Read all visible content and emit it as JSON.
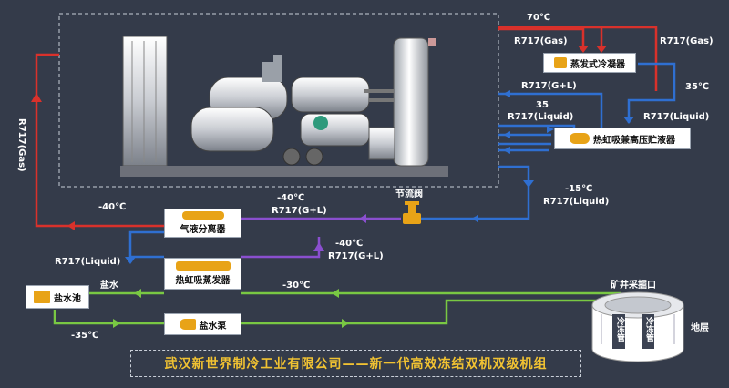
{
  "labels": {
    "temp_70": "70℃",
    "r717_gas_left": "R717(Gas)",
    "r717_gas_right": "R717(Gas)",
    "r717_gl_top": "R717(G+L)",
    "temp_35_right": "35℃",
    "temp_35_left": "35",
    "r717_liquid_mid": "R717(Liquid)",
    "r717_liquid_right": "R717(Liquid)",
    "r717_gas_vertical": "R717(Gas)",
    "temp_neg15": "-15℃",
    "r717_liquid_neg15": "R717(Liquid)",
    "throttle_valve": "节流阀",
    "temp_neg40_left": "-40℃",
    "temp_neg40_mid": "-40℃",
    "r717_gl_mid": "R717(G+L)",
    "temp_neg40_low": "-40℃",
    "r717_gl_low": "R717(G+L)",
    "r717_liquid_left": "R717(Liquid)",
    "brine_label": "盐水",
    "temp_neg30": "-30℃",
    "temp_neg35": "-35℃",
    "shaft_opening": "矿井采掘口",
    "ground_layer": "地层",
    "freeze_pipe_1": "冷冻管",
    "freeze_pipe_2": "冷冻管"
  },
  "components": {
    "evap_condenser": "蒸发式冷凝器",
    "thermosiphon_receiver": "热虹吸兼高压贮液器",
    "gas_liquid_separator": "气液分离器",
    "thermosiphon_evaporator": "热虹吸蒸发器",
    "brine_tank": "盐水池",
    "brine_pump": "盐水泵"
  },
  "footer": "武汉新世界制冷工业有限公司——新一代高效冻结双机双级机组",
  "colors": {
    "background": "#343b4a",
    "gas_hot": "#d9312b",
    "liquid": "#2f6fd1",
    "two_phase": "#8a4fcf",
    "brine": "#79c843",
    "icon": "#e8a317",
    "footer_text": "#f1c232"
  }
}
